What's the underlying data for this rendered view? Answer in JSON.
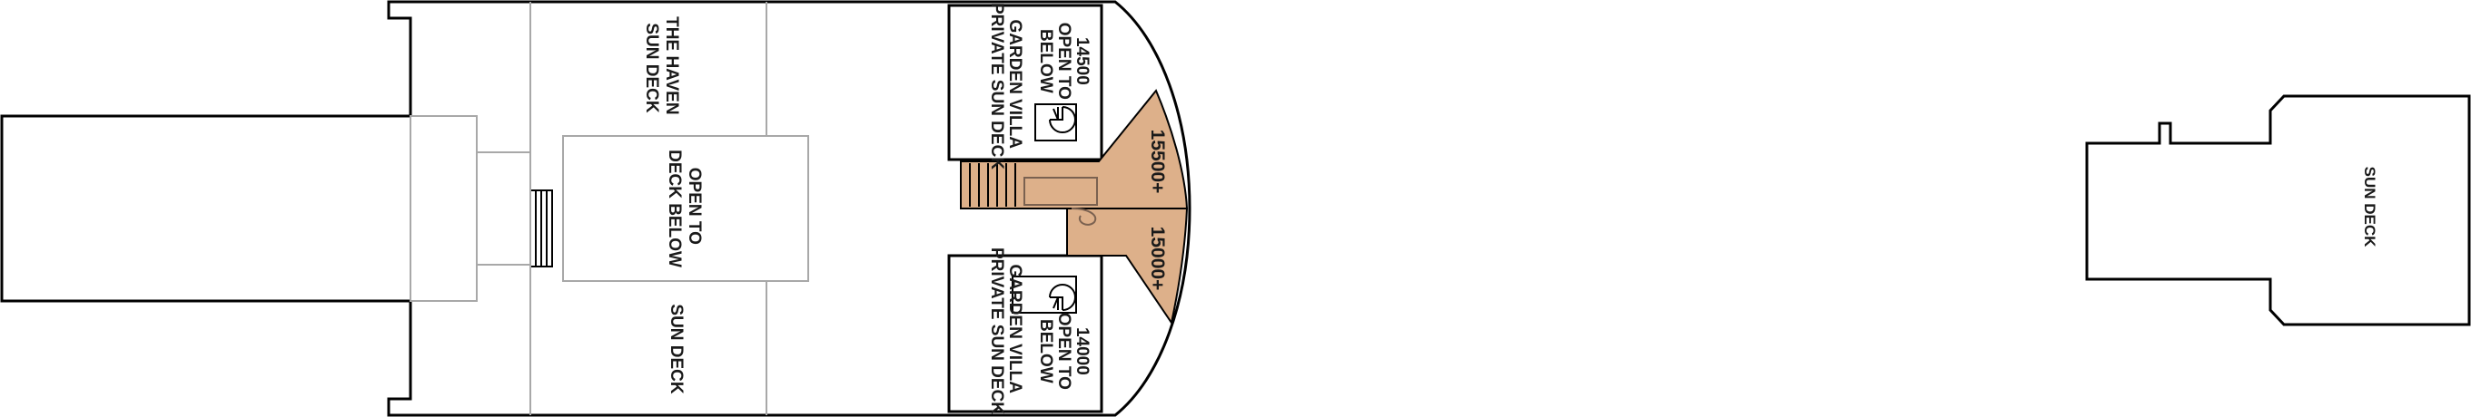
{
  "labels": {
    "haven_sun_deck": [
      "THE HAVEN",
      "SUN DECK"
    ],
    "open_center": [
      "OPEN TO",
      "DECK BELOW"
    ],
    "sun_deck_lower": "SUN DECK",
    "villa_top": [
      "14500",
      "OPEN TO",
      "BELOW",
      "GARDEN VILLA",
      "PRIVATE SUN DECK"
    ],
    "villa_bottom": [
      "14000",
      "OPEN TO",
      "BELOW",
      "GARDEN VILLA",
      "PRIVATE SUN DECK"
    ],
    "cabin_upper": "15500+",
    "cabin_lower": "15000+",
    "sun_deck_right": "SUN DECK"
  },
  "colors": {
    "outline": "#000000",
    "partition_grey": "#a8a8a8",
    "suite_fill": "#ddb08a",
    "background": "#ffffff"
  }
}
